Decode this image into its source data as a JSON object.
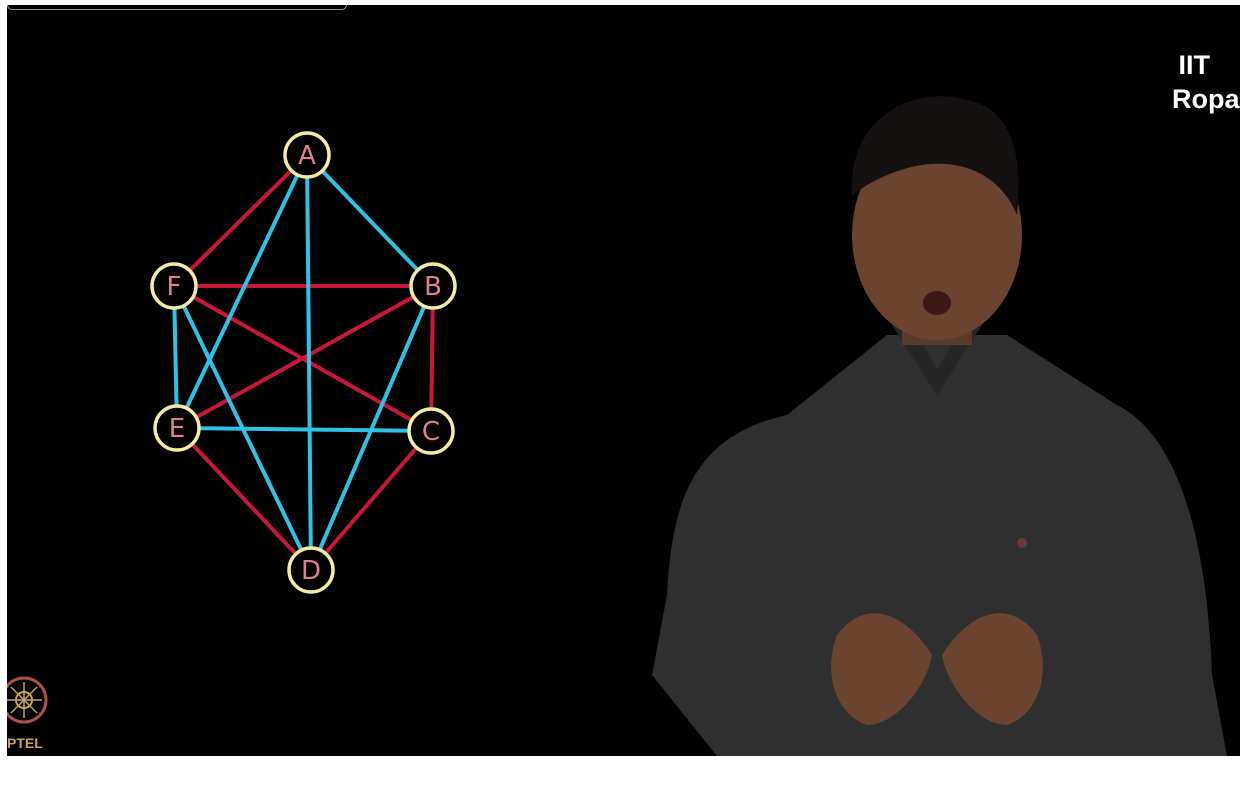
{
  "brand": {
    "line1": "IIT",
    "line2": "Ropar"
  },
  "watermark": {
    "text": "PTEL"
  },
  "graph": {
    "nodes": [
      {
        "id": "A",
        "label": "A"
      },
      {
        "id": "B",
        "label": "B"
      },
      {
        "id": "C",
        "label": "C"
      },
      {
        "id": "D",
        "label": "D"
      },
      {
        "id": "E",
        "label": "E"
      },
      {
        "id": "F",
        "label": "F"
      }
    ],
    "edges": [
      {
        "from": "A",
        "to": "F",
        "color": "red"
      },
      {
        "from": "F",
        "to": "B",
        "color": "red"
      },
      {
        "from": "F",
        "to": "C",
        "color": "red"
      },
      {
        "from": "E",
        "to": "B",
        "color": "red"
      },
      {
        "from": "B",
        "to": "C",
        "color": "red"
      },
      {
        "from": "E",
        "to": "D",
        "color": "red"
      },
      {
        "from": "C",
        "to": "D",
        "color": "red"
      },
      {
        "from": "A",
        "to": "B",
        "color": "blue"
      },
      {
        "from": "A",
        "to": "E",
        "color": "blue"
      },
      {
        "from": "A",
        "to": "D",
        "color": "blue"
      },
      {
        "from": "F",
        "to": "E",
        "color": "blue"
      },
      {
        "from": "F",
        "to": "D",
        "color": "blue"
      },
      {
        "from": "E",
        "to": "C",
        "color": "blue"
      },
      {
        "from": "B",
        "to": "D",
        "color": "blue"
      }
    ],
    "colors": {
      "red": "#c8173a",
      "blue": "#2ec3e6",
      "node_ring": "#f3eda2",
      "node_label": "#e07f93"
    }
  },
  "icons": {
    "logo": "nptel-logo-icon"
  }
}
